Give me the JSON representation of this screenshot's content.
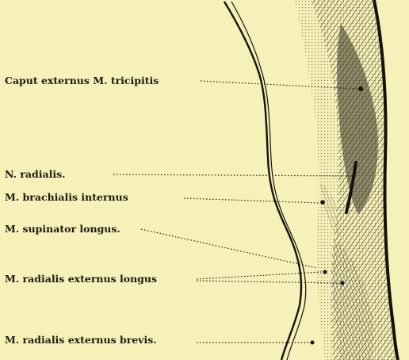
{
  "plate": {
    "background_color": "#f6f1b8",
    "ink_color": "#1e1a14",
    "labels": [
      "Caput externus M. tricipitis",
      "N. radialis.",
      "M. brachialis internus",
      "M. supinator longus.",
      "M. radialis externus longus",
      "M. radialis externus brevis."
    ]
  }
}
